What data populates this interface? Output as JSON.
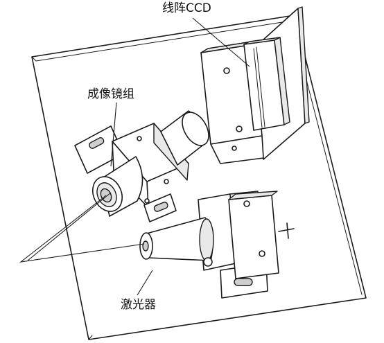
{
  "labels": {
    "ccd": "线阵CCD",
    "lens": "成像镜组",
    "laser": "激光器"
  }
}
